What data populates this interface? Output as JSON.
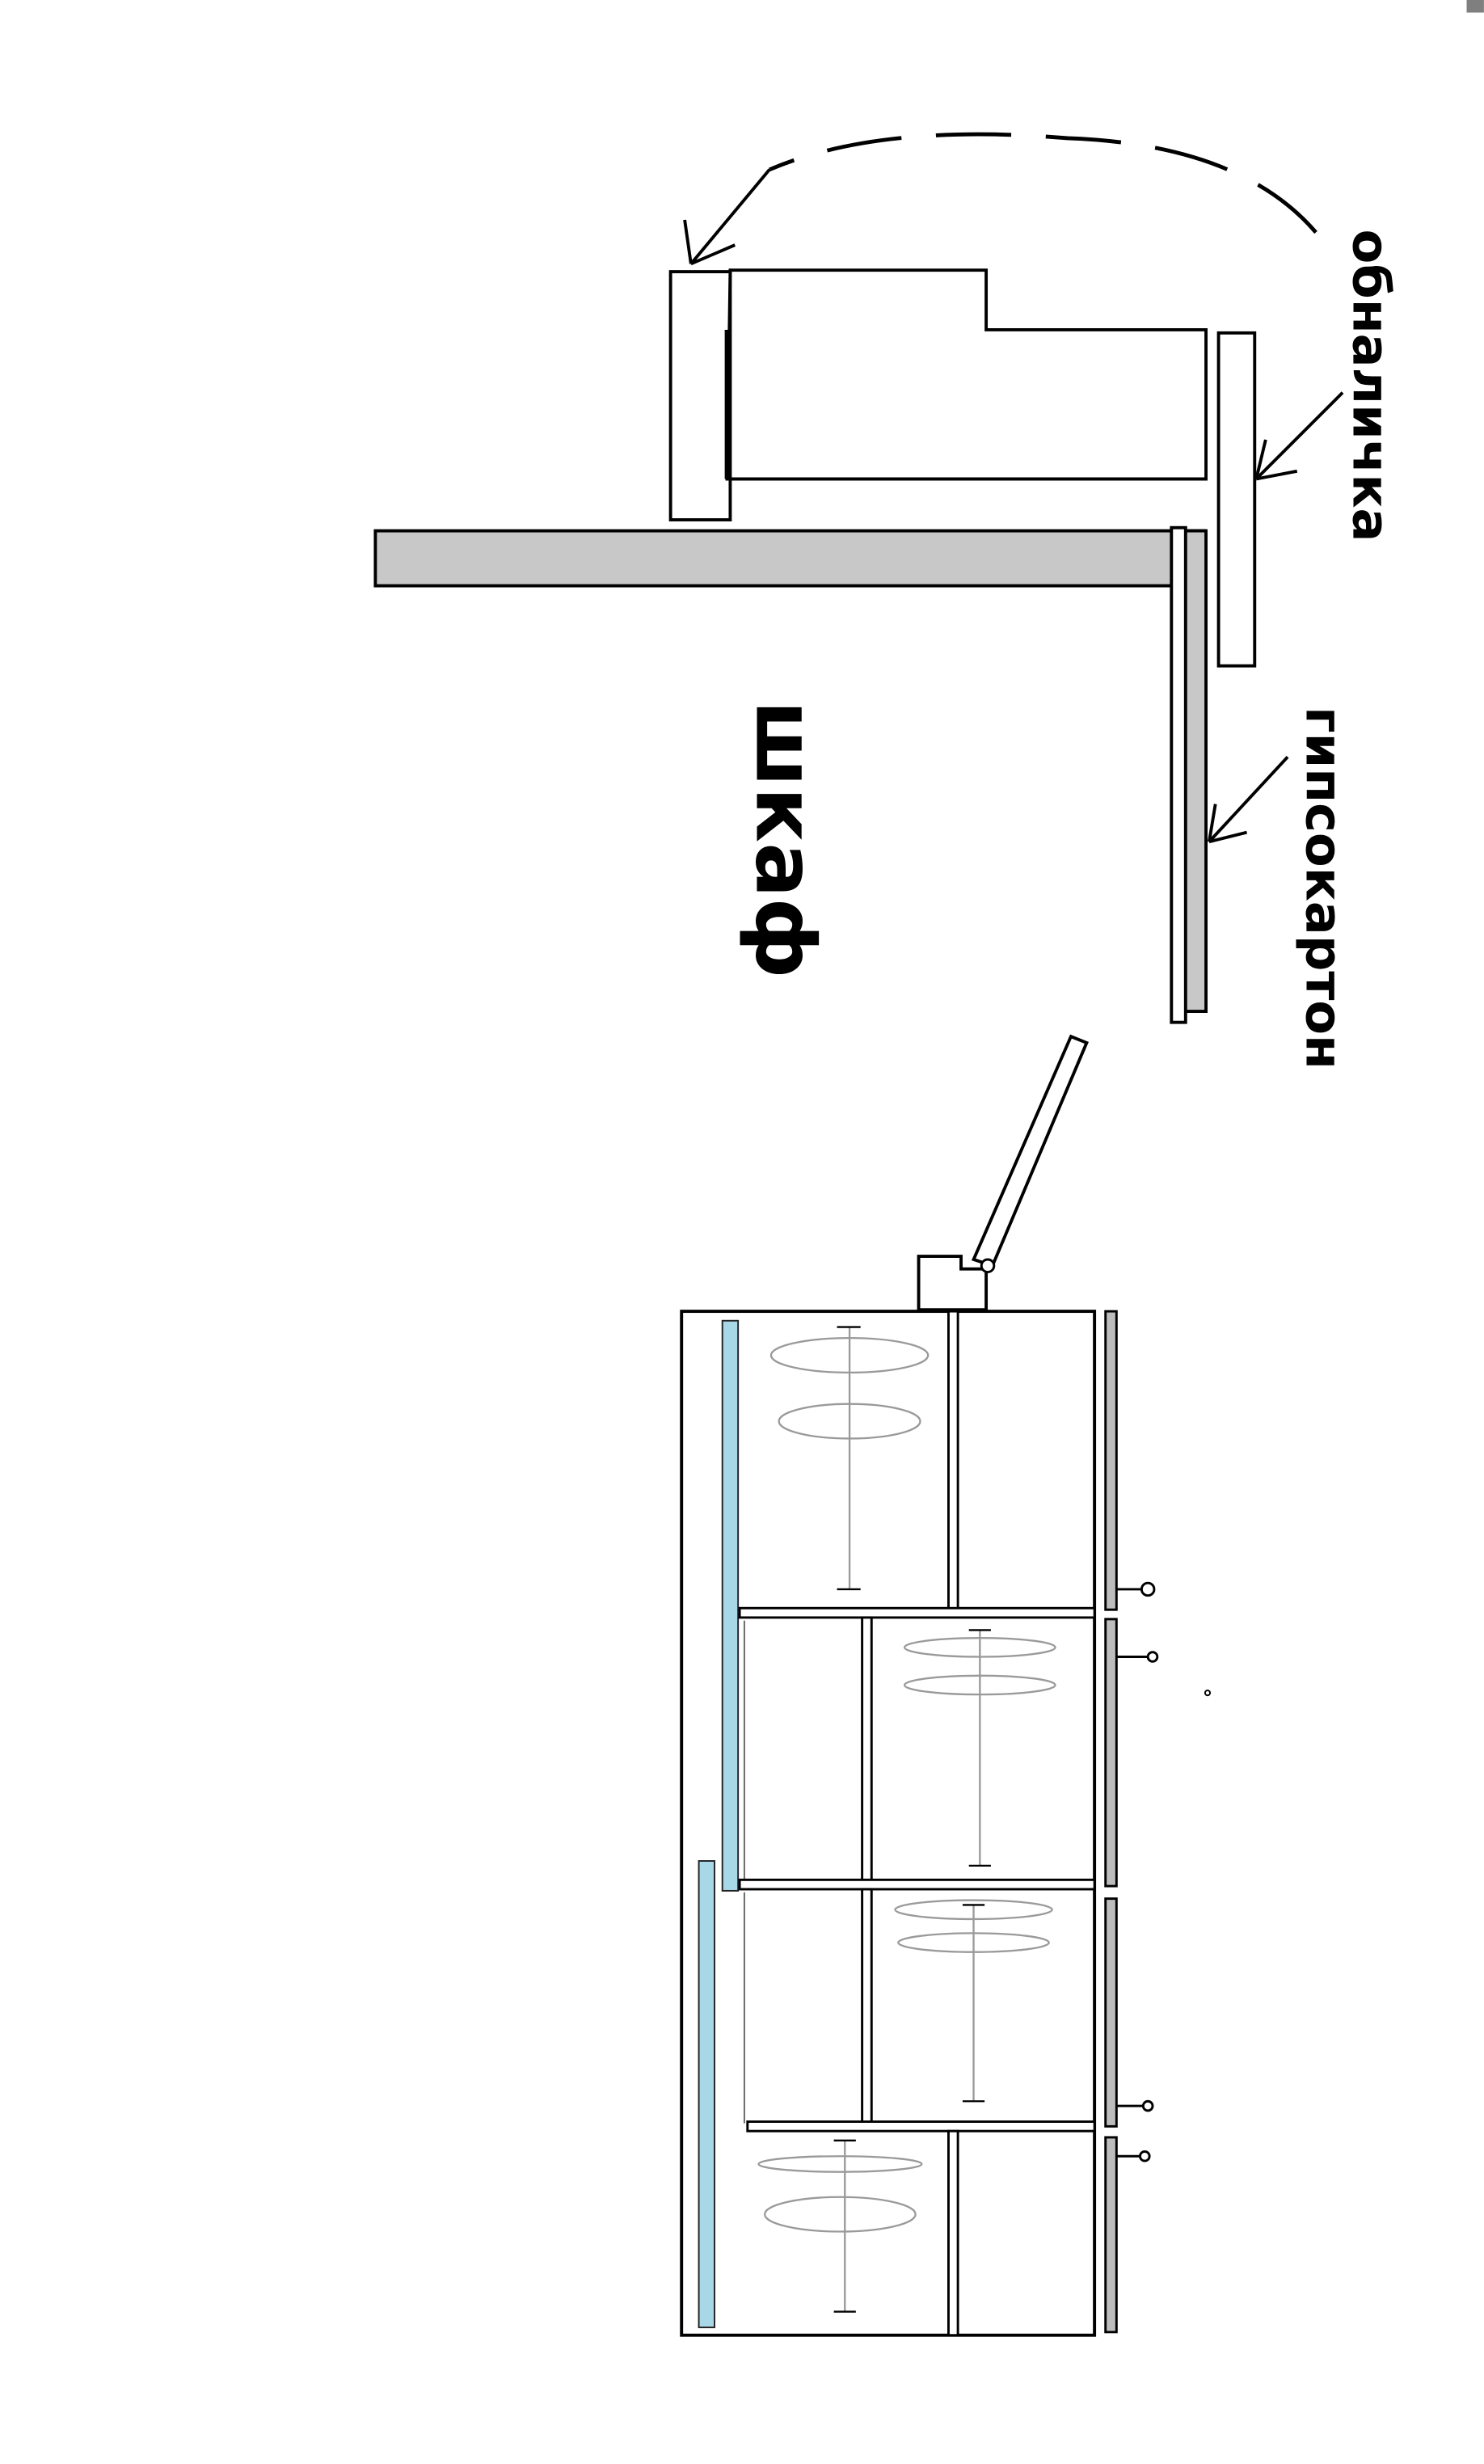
{
  "labels": {
    "casing": "обналичка",
    "drywall": "гипсокартон",
    "wardrobe": "шкаф"
  },
  "colors": {
    "wall": "#c8c8c8",
    "mirror": "#a8d8e8",
    "outline": "#000000",
    "hanger": "#9a9a9a",
    "corner_mark": "#7f7f7f"
  }
}
